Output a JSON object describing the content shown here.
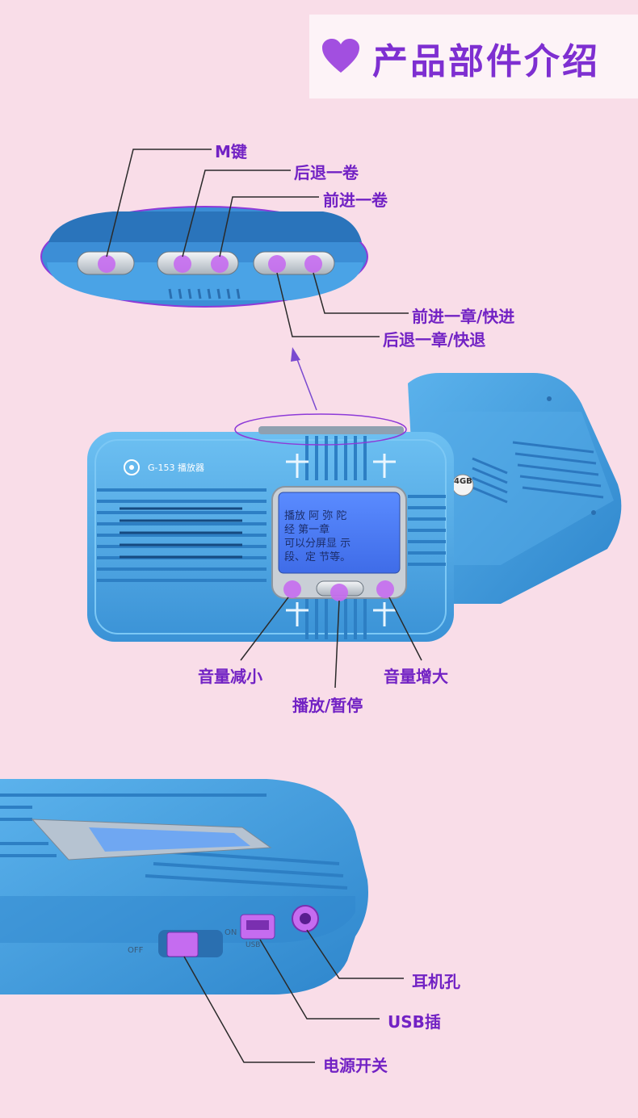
{
  "banner": {
    "title": "产品部件介绍",
    "icon": "heart-icon"
  },
  "device": {
    "model_text": "G-153 播放器",
    "storage_text": "4GB"
  },
  "screen": {
    "lines": [
      "播放 阿 弥 陀",
      "经 第一章",
      "可以分屏显 示",
      "段、定 节等。"
    ]
  },
  "top_labels": {
    "m_key": "M键",
    "prev_volume": "后退一卷",
    "next_volume": "前进一卷",
    "next_chapter": "前进一章/快进",
    "prev_chapter": "后退一章/快退"
  },
  "front_labels": {
    "volume_down": "音量减小",
    "play_pause": "播放/暂停",
    "volume_up": "音量增大"
  },
  "side_labels": {
    "headphone": "耳机孔",
    "usb": "USB插",
    "power": "电源开关",
    "switch_off": "OFF",
    "switch_on": "ON",
    "usb_mark": "USB"
  },
  "colors": {
    "accent": "#7222c4",
    "device_blue": "#4fa8e4",
    "device_dark": "#2d7fc4",
    "background": "#f9dde8",
    "screen": "#4a7cf0"
  }
}
